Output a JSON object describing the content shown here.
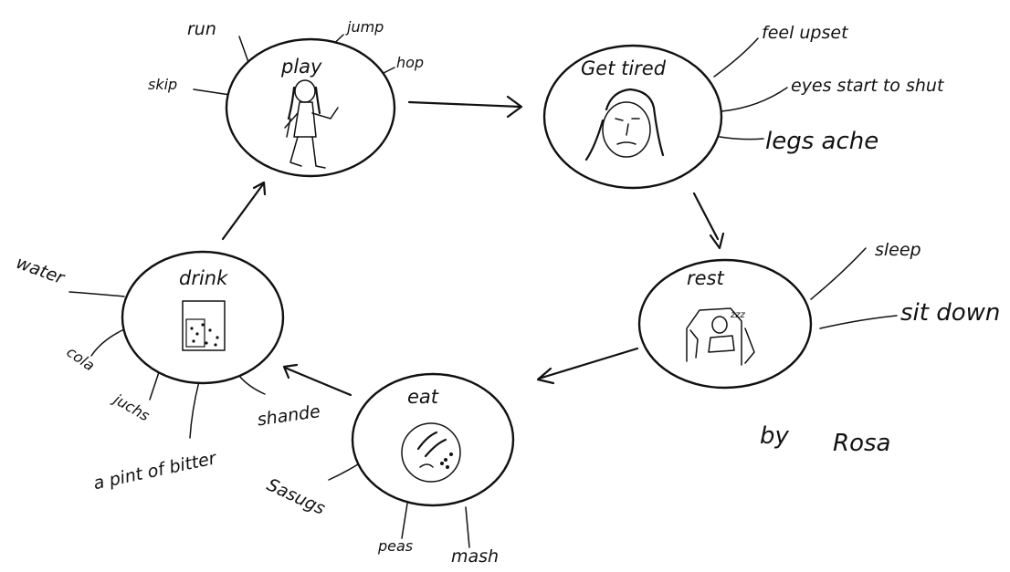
{
  "nodes": {
    "play": {
      "title": "play",
      "branches": [
        "run",
        "jump",
        "hop",
        "skip"
      ]
    },
    "get_tired": {
      "title": "Get tired",
      "branches": [
        "feel upset",
        "eyes start to shut",
        "legs ache"
      ]
    },
    "rest": {
      "title": "rest",
      "branches": [
        "sleep",
        "sit down"
      ]
    },
    "eat": {
      "title": "eat",
      "branches": [
        "Sasugs",
        "peas",
        "mash"
      ]
    },
    "drink": {
      "title": "drink",
      "branches": [
        "water",
        "cola",
        "juchs",
        "a pint of bitter",
        "shande"
      ]
    }
  },
  "signature": {
    "by": "by",
    "name": "Rosa"
  }
}
